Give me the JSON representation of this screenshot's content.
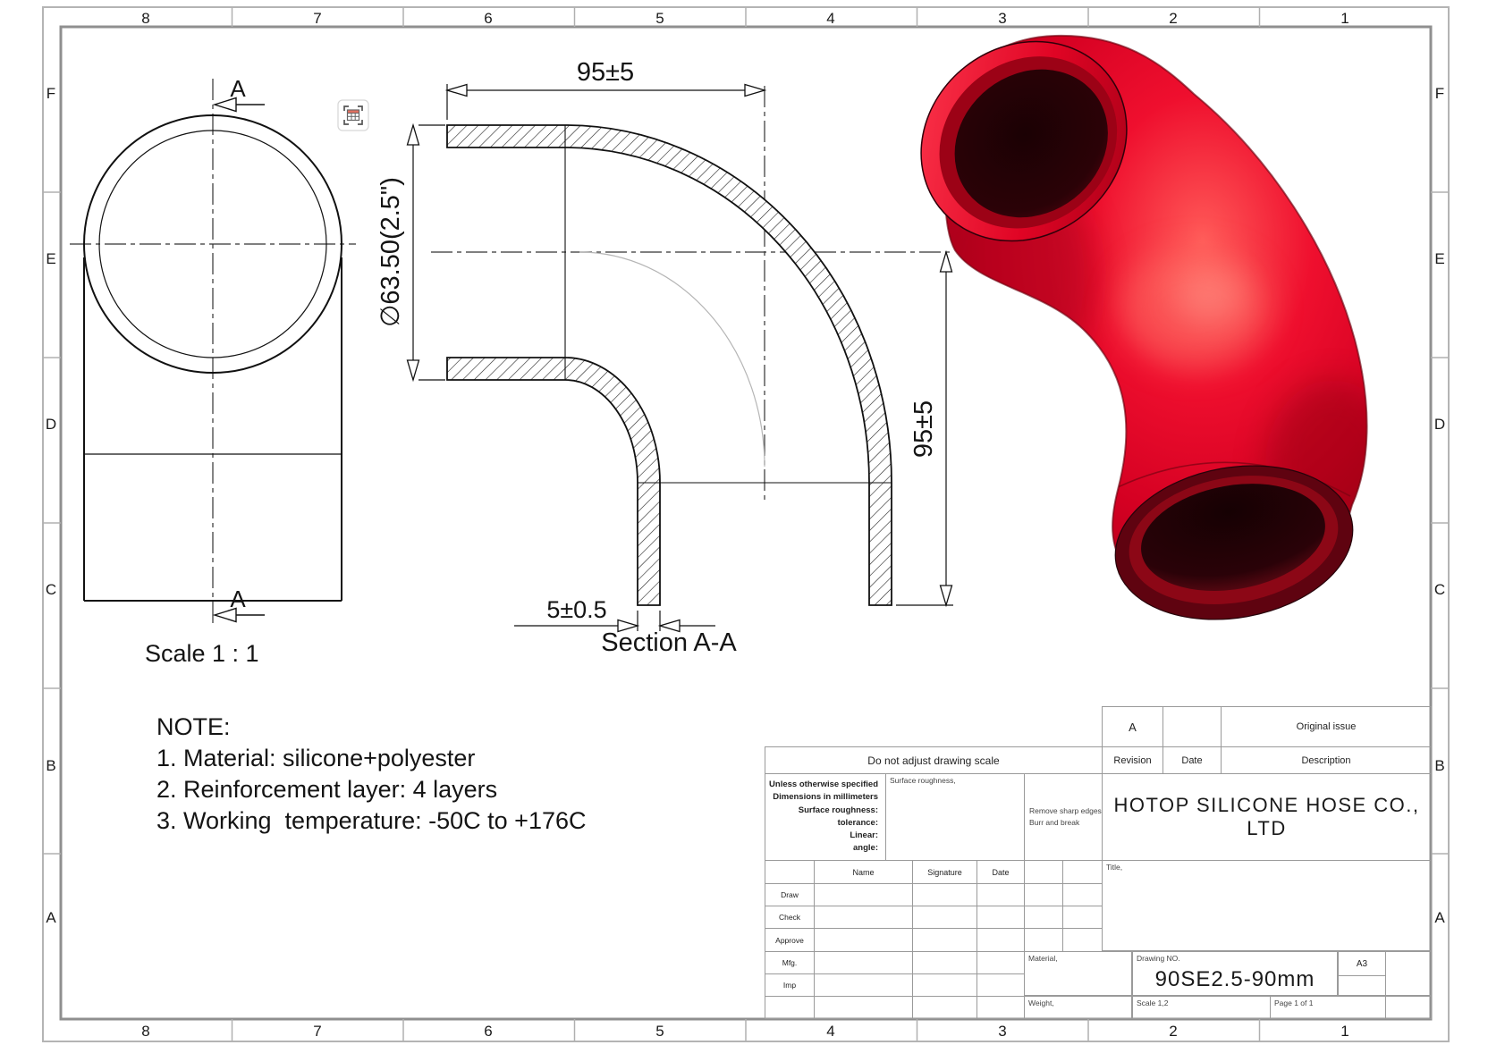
{
  "frame": {
    "cols": [
      "8",
      "7",
      "6",
      "5",
      "4",
      "3",
      "2",
      "1"
    ],
    "rows": [
      "F",
      "E",
      "D",
      "C",
      "B",
      "A"
    ]
  },
  "front_view": {
    "section_arrow_label": "A",
    "scale_label": "Scale 1 : 1"
  },
  "section_view": {
    "title": "Section A-A",
    "dim_length_top": "95±5",
    "dim_length_right": "95±5",
    "dim_diameter": "∅63.50(2.5\")",
    "dim_wall": "5±0.5"
  },
  "notes": {
    "title": "NOTE:",
    "items": [
      "1. Material: silicone+polyester",
      "2. Reinforcement layer: 4 layers",
      "3. Working  temperature: -50C to +176C"
    ]
  },
  "title_block": {
    "revision_table": {
      "rev_value": "A",
      "rev_date": "",
      "rev_description": "Original issue",
      "headers": [
        "Revision",
        "Date",
        "Description"
      ]
    },
    "scale_note": "Do not adjust drawing scale",
    "tolerance_lines": [
      "Unless otherwise specified",
      "Dimensions in millimeters",
      "Surface roughness:",
      "tolerance:",
      "Linear:",
      "angle:"
    ],
    "surface_roughness_label": "Surface roughness,",
    "edge_note_lines": [
      "Remove sharp edges",
      "Burr and break"
    ],
    "company": "HOTOP SILICONE HOSE CO., LTD",
    "signoff": {
      "col_headers": [
        "Name",
        "Signature",
        "Date"
      ],
      "row_labels": [
        "Draw",
        "Check",
        "Approve",
        "Mfg.",
        "Imp"
      ]
    },
    "title_label": "Title,",
    "material_label": "Material,",
    "weight_label": "Weight,",
    "drawing_no_label": "Drawing NO.",
    "drawing_no": "90SE2.5-90mm",
    "paper_size": "A3",
    "scale_value": "Scale 1,2",
    "page": "Page 1 of 1"
  },
  "colors": {
    "elbow_red": "#d60021",
    "drawing_line": "#161616",
    "frame_line": "#8f8f8f",
    "hatch": "#222222",
    "icon_accent": "#e07060"
  }
}
